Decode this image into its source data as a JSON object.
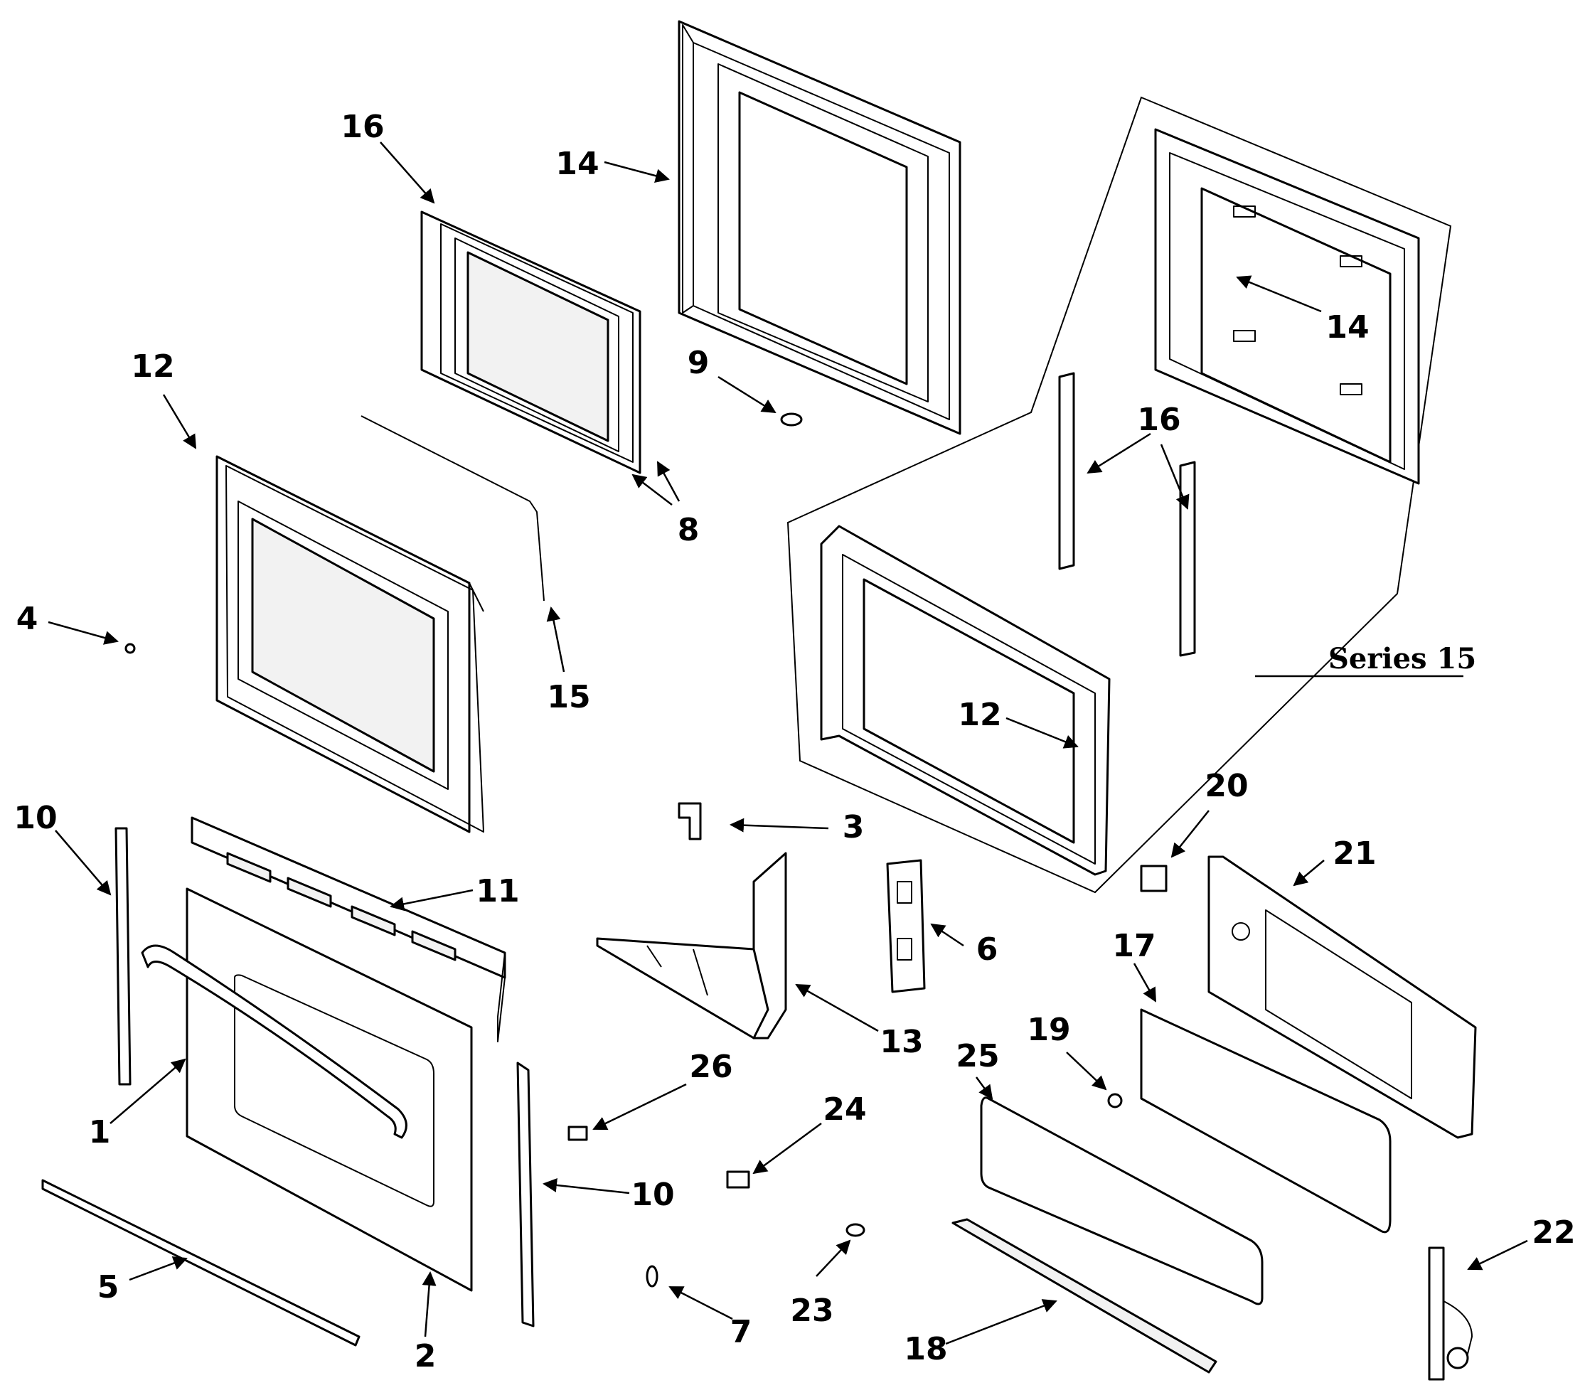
{
  "callouts": [
    {
      "id": "c1",
      "label": "1"
    },
    {
      "id": "c2",
      "label": "2"
    },
    {
      "id": "c3",
      "label": "3"
    },
    {
      "id": "c4",
      "label": "4"
    },
    {
      "id": "c5",
      "label": "5"
    },
    {
      "id": "c6",
      "label": "6"
    },
    {
      "id": "c7",
      "label": "7"
    },
    {
      "id": "c8",
      "label": "8"
    },
    {
      "id": "c9",
      "label": "9"
    },
    {
      "id": "c10a",
      "label": "10"
    },
    {
      "id": "c10b",
      "label": "10"
    },
    {
      "id": "c11",
      "label": "11"
    },
    {
      "id": "c12a",
      "label": "12"
    },
    {
      "id": "c12b",
      "label": "12"
    },
    {
      "id": "c13",
      "label": "13"
    },
    {
      "id": "c14a",
      "label": "14"
    },
    {
      "id": "c14b",
      "label": "14"
    },
    {
      "id": "c15",
      "label": "15"
    },
    {
      "id": "c16a",
      "label": "16"
    },
    {
      "id": "c16b",
      "label": "16"
    },
    {
      "id": "c17",
      "label": "17"
    },
    {
      "id": "c18",
      "label": "18"
    },
    {
      "id": "c19",
      "label": "19"
    },
    {
      "id": "c20",
      "label": "20"
    },
    {
      "id": "c21",
      "label": "21"
    },
    {
      "id": "c22",
      "label": "22"
    },
    {
      "id": "c23",
      "label": "23"
    },
    {
      "id": "c24",
      "label": "24"
    },
    {
      "id": "c25",
      "label": "25"
    },
    {
      "id": "c26",
      "label": "26"
    }
  ],
  "inset": {
    "title": "Series 15"
  }
}
